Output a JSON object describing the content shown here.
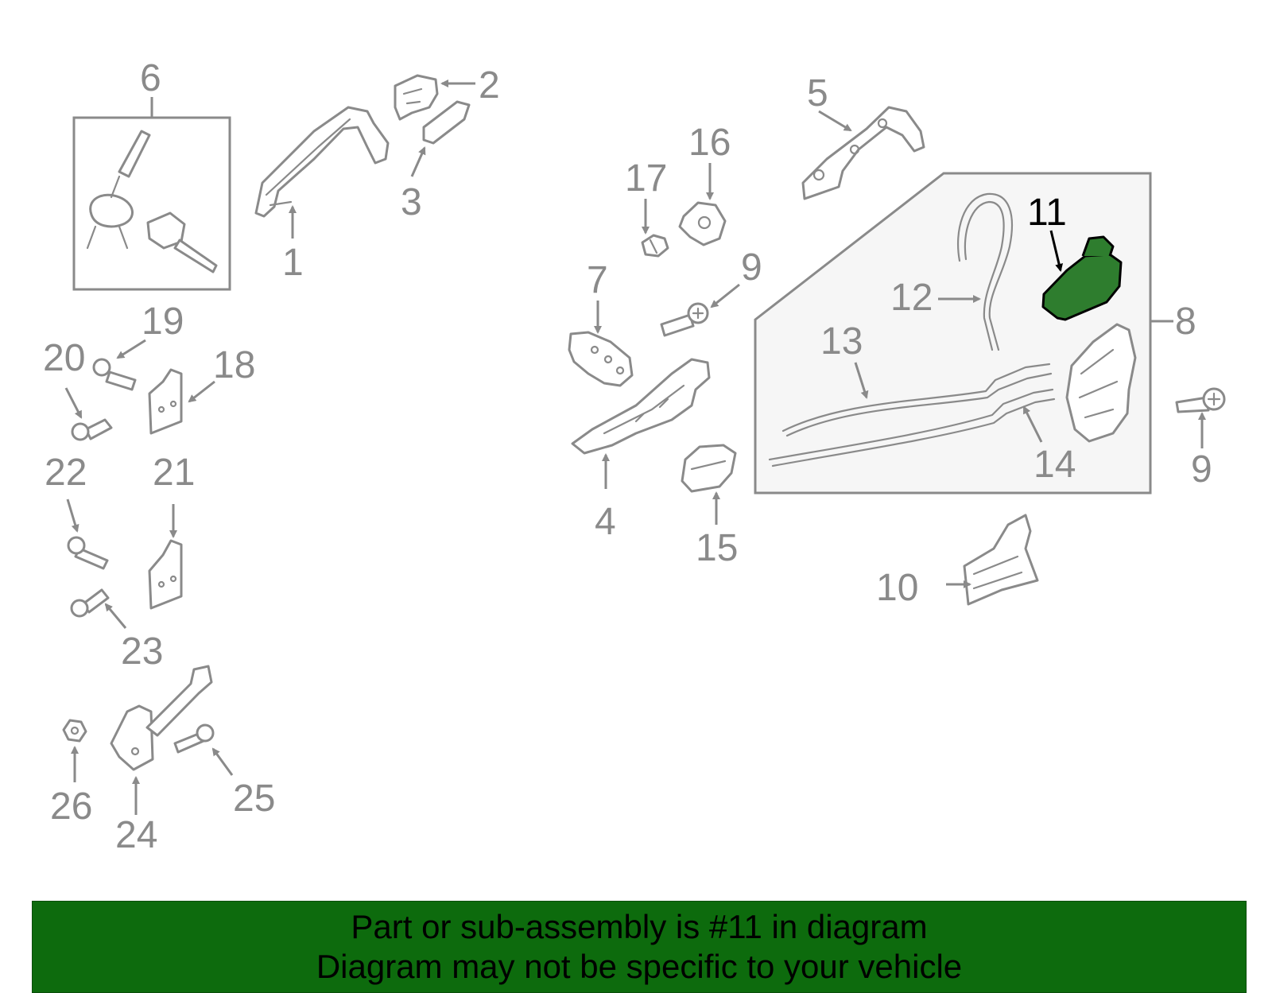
{
  "colors": {
    "line": "#8a8a8a",
    "highlight_fill": "#2e7d2e",
    "highlight_text": "#000000",
    "banner_bg": "#0d6b0d",
    "banner_text": "#000000"
  },
  "callouts": {
    "c1": "1",
    "c2": "2",
    "c3": "3",
    "c4": "4",
    "c5": "5",
    "c6": "6",
    "c7": "7",
    "c8": "8",
    "c9a": "9",
    "c9b": "9",
    "c10": "10",
    "c11": "11",
    "c12": "12",
    "c13": "13",
    "c14": "14",
    "c15": "15",
    "c16": "16",
    "c17": "17",
    "c18": "18",
    "c19": "19",
    "c20": "20",
    "c21": "21",
    "c22": "22",
    "c23": "23",
    "c24": "24",
    "c25": "25",
    "c26": "26"
  },
  "highlighted_part": "11",
  "banner": {
    "line1": "Part or sub-assembly is #11 in diagram",
    "line2": "Diagram may not be specific to your vehicle"
  }
}
